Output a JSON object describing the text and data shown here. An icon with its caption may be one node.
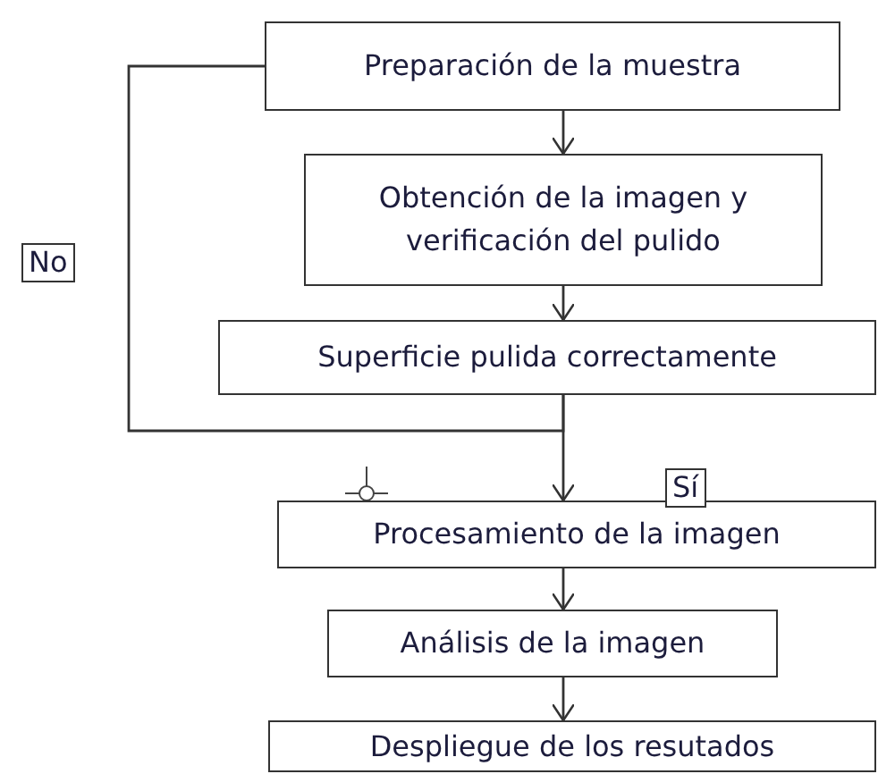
{
  "diagram": {
    "nodes": [
      {
        "text": [
          "Preparación de la muestra"
        ]
      },
      {
        "text": [
          "Obtención de la imagen y verificación del pulido"
        ]
      },
      {
        "text": [
          "Superficie pulida correctamente"
        ]
      },
      {
        "text": [
          "Procesamiento de la imagen"
        ]
      },
      {
        "text": [
          "Análisis de la imagen"
        ]
      },
      {
        "text": [
          "Despliegue de los resutados"
        ]
      }
    ],
    "edges": [
      {
        "from": 0,
        "to": 1,
        "arrow": "to"
      },
      {
        "from": 1,
        "to": 2,
        "arrow": "to"
      },
      {
        "from": 2,
        "to": 3,
        "arrow": "to",
        "label": "Sí"
      },
      {
        "from": 2,
        "to": 0,
        "arrow": "none",
        "label": "No"
      },
      {
        "from": 3,
        "to": 4,
        "arrow": "to"
      },
      {
        "from": 4,
        "to": 5,
        "arrow": "to"
      }
    ]
  }
}
